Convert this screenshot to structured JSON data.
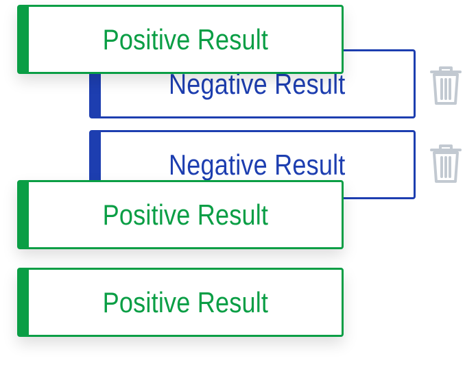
{
  "colors": {
    "positive": "#0a9e45",
    "negative": "#1d3eb0",
    "icon": "#c2c9d1"
  },
  "cards": {
    "positive_top": {
      "label": "Positive Result"
    },
    "negative_1": {
      "label": "Negative Result",
      "icon": "trash-icon"
    },
    "negative_2": {
      "label": "Negative Result",
      "icon": "trash-icon"
    },
    "positive_mid": {
      "label": "Positive Result"
    },
    "positive_bottom": {
      "label": "Positive Result"
    }
  }
}
